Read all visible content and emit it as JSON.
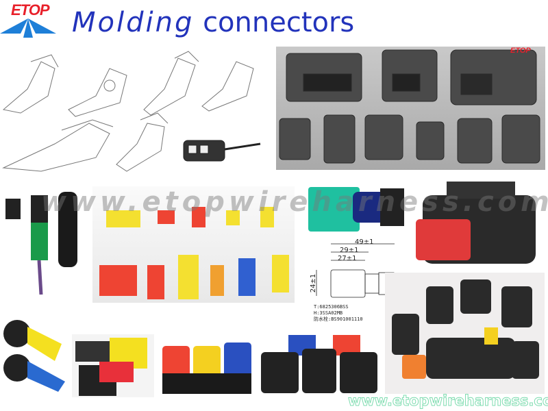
{
  "header": {
    "logo_text": "ETOP",
    "title_italic": "Molding",
    "title_regular": "connectors"
  },
  "watermark": "www.etopwireharness.com",
  "footer_url": "www.etopwireharness.com",
  "render_panel": {
    "logo_text": "ETOP"
  },
  "drawing": {
    "dim_overall": "49±1",
    "dim_mid": "29±1",
    "dim_inner": "27±1",
    "dim_height": "24±1",
    "spec_lines": [
      "T:6825306BSS",
      "H:3SSA02MB",
      "防水栓:BS901001110"
    ]
  },
  "colors": {
    "brand_red": "#e8202a",
    "brand_blue": "#2233bb",
    "logo_blue": "#1e7fd8"
  }
}
